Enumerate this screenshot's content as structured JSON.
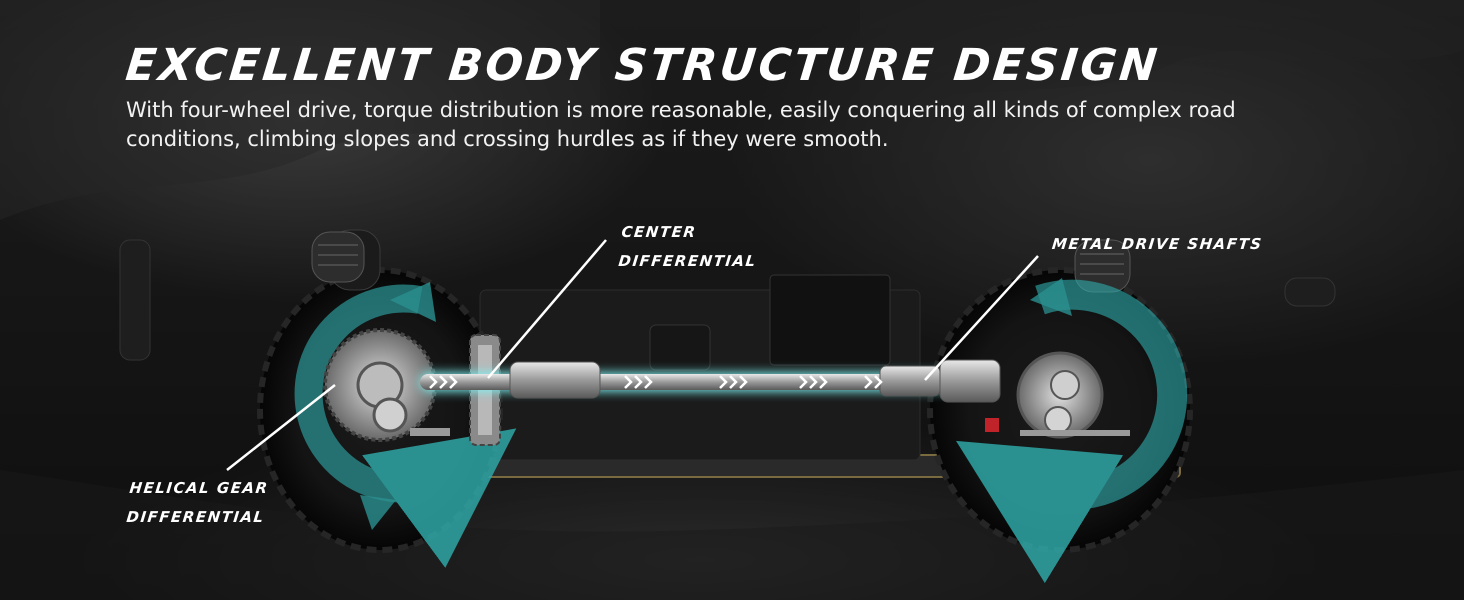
{
  "banner": {
    "headline": "EXCELLENT BODY STRUCTURE DESIGN",
    "subtitle": "With four-wheel drive, torque distribution is more reasonable, easily conquering all kinds of complex road conditions, climbing slopes and crossing hurdles as if they were smooth."
  },
  "callouts": {
    "center_differential": {
      "line1": "CENTER",
      "line2": "DIFFERENTIAL"
    },
    "metal_drive_shafts": {
      "line1": "METAL DRIVE SHAFTS"
    },
    "helical_gear_differential": {
      "line1": "HELICAL GEAR",
      "line2": "DIFFERENTIAL"
    }
  },
  "colors": {
    "accent_teal": "#2fa6a6",
    "shaft_glow": "#7ff3f3",
    "text": "#ffffff"
  },
  "icons": {
    "rotation_arrows": "circular-rotation-arrow-icon",
    "shaft_chevrons": "chevron-right-icon"
  }
}
